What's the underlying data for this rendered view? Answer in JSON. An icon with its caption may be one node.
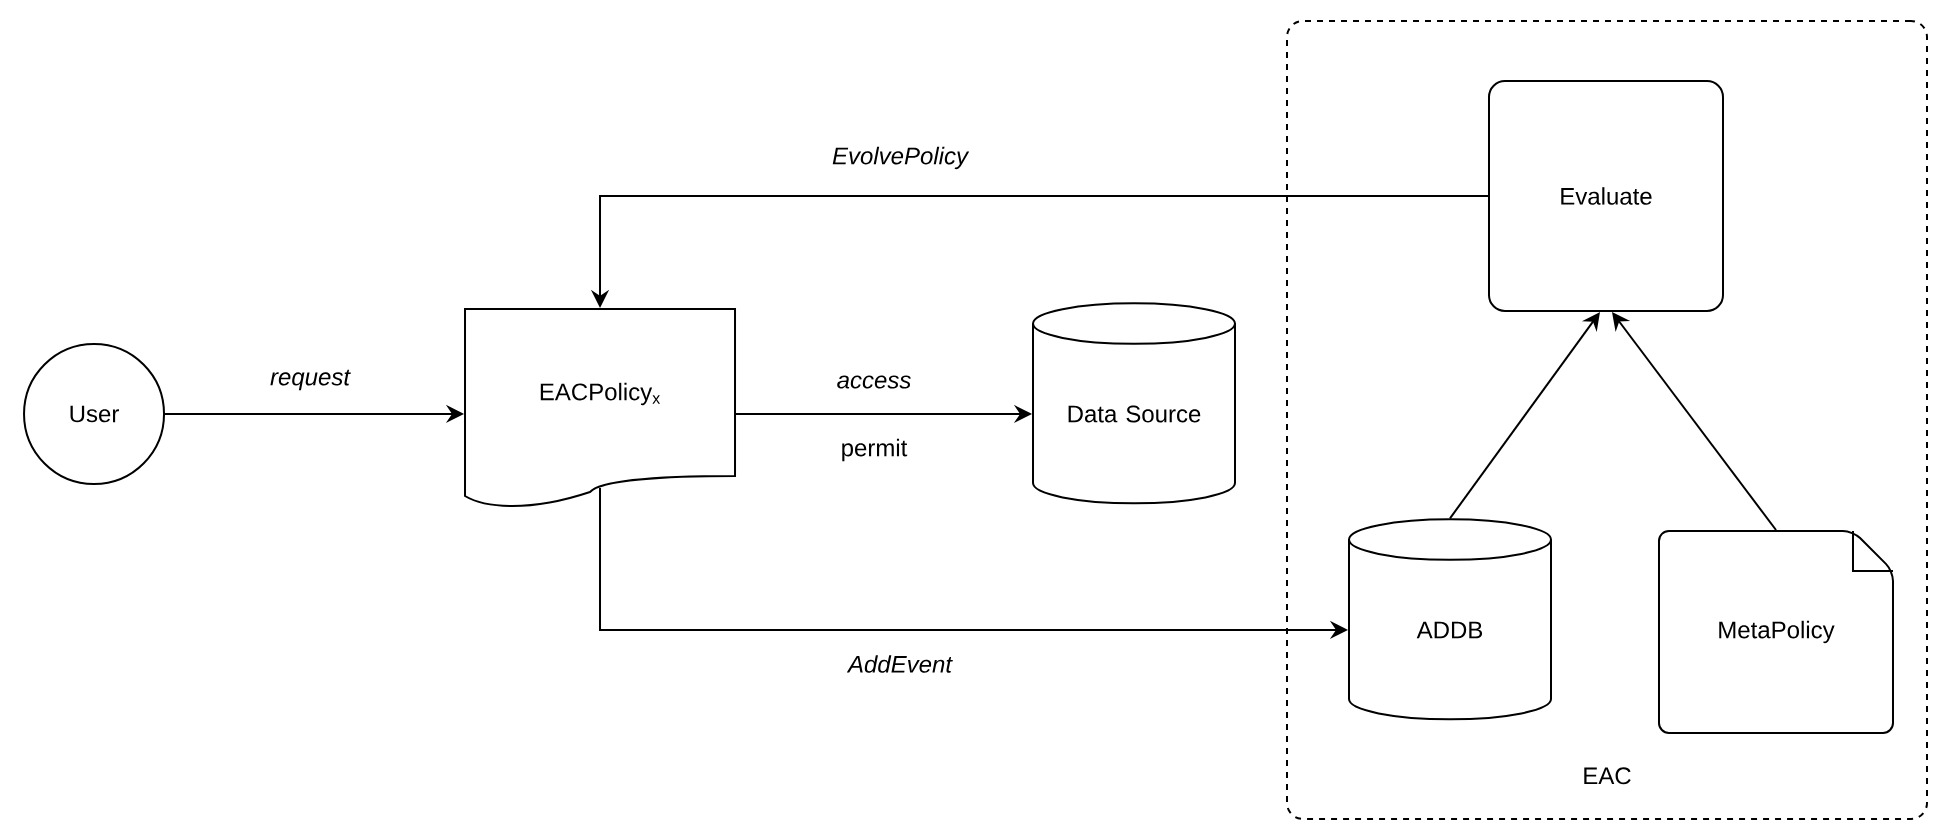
{
  "diagram": {
    "nodes": [
      {
        "text": [
          "User"
        ]
      },
      {
        "text": [
          "EACPolicy$_{x}$"
        ]
      },
      {
        "text": [
          "Data Source"
        ]
      },
      {
        "text": [
          "EAC"
        ]
      },
      {
        "text": [
          "Evaluate"
        ],
        "in": 3
      },
      {
        "text": [
          "ADDB"
        ],
        "in": 3
      },
      {
        "text": [
          "MetaPolicy"
        ],
        "in": 3
      }
    ],
    "edges": [
      {
        "from": 0,
        "to": 1,
        "arrow": "to",
        "label": "request"
      },
      {
        "from": 1,
        "to": 2,
        "arrow": "to",
        "label": "access"
      },
      {
        "from": 4,
        "to": 1,
        "arrow": "to",
        "label": "EvolvePolicy"
      },
      {
        "from": 1,
        "to": 5,
        "arrow": "to",
        "label": "AddEvent"
      },
      {
        "from": 5,
        "to": 4,
        "arrow": "to"
      },
      {
        "from": 6,
        "to": 4,
        "arrow": "to"
      }
    ],
    "labels": [
      "permit"
    ]
  }
}
